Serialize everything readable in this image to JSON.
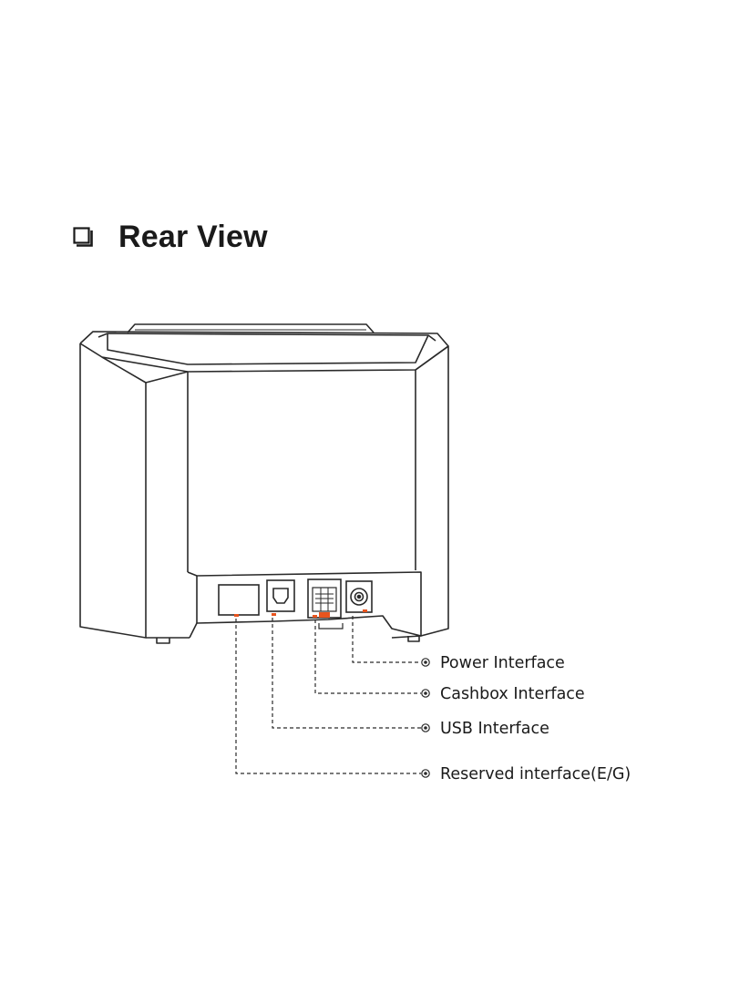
{
  "title": "Rear View",
  "icons": {
    "title_bullet": "checkbox-icon",
    "callout_marker": "circle-dot-icon"
  },
  "colors": {
    "line": "#2a2a2a",
    "accent": "#e8541e"
  },
  "callouts": {
    "power": "Power Interface",
    "cashbox": "Cashbox Interface",
    "usb": "USB Interface",
    "reserved": "Reserved interface(E/G)"
  }
}
